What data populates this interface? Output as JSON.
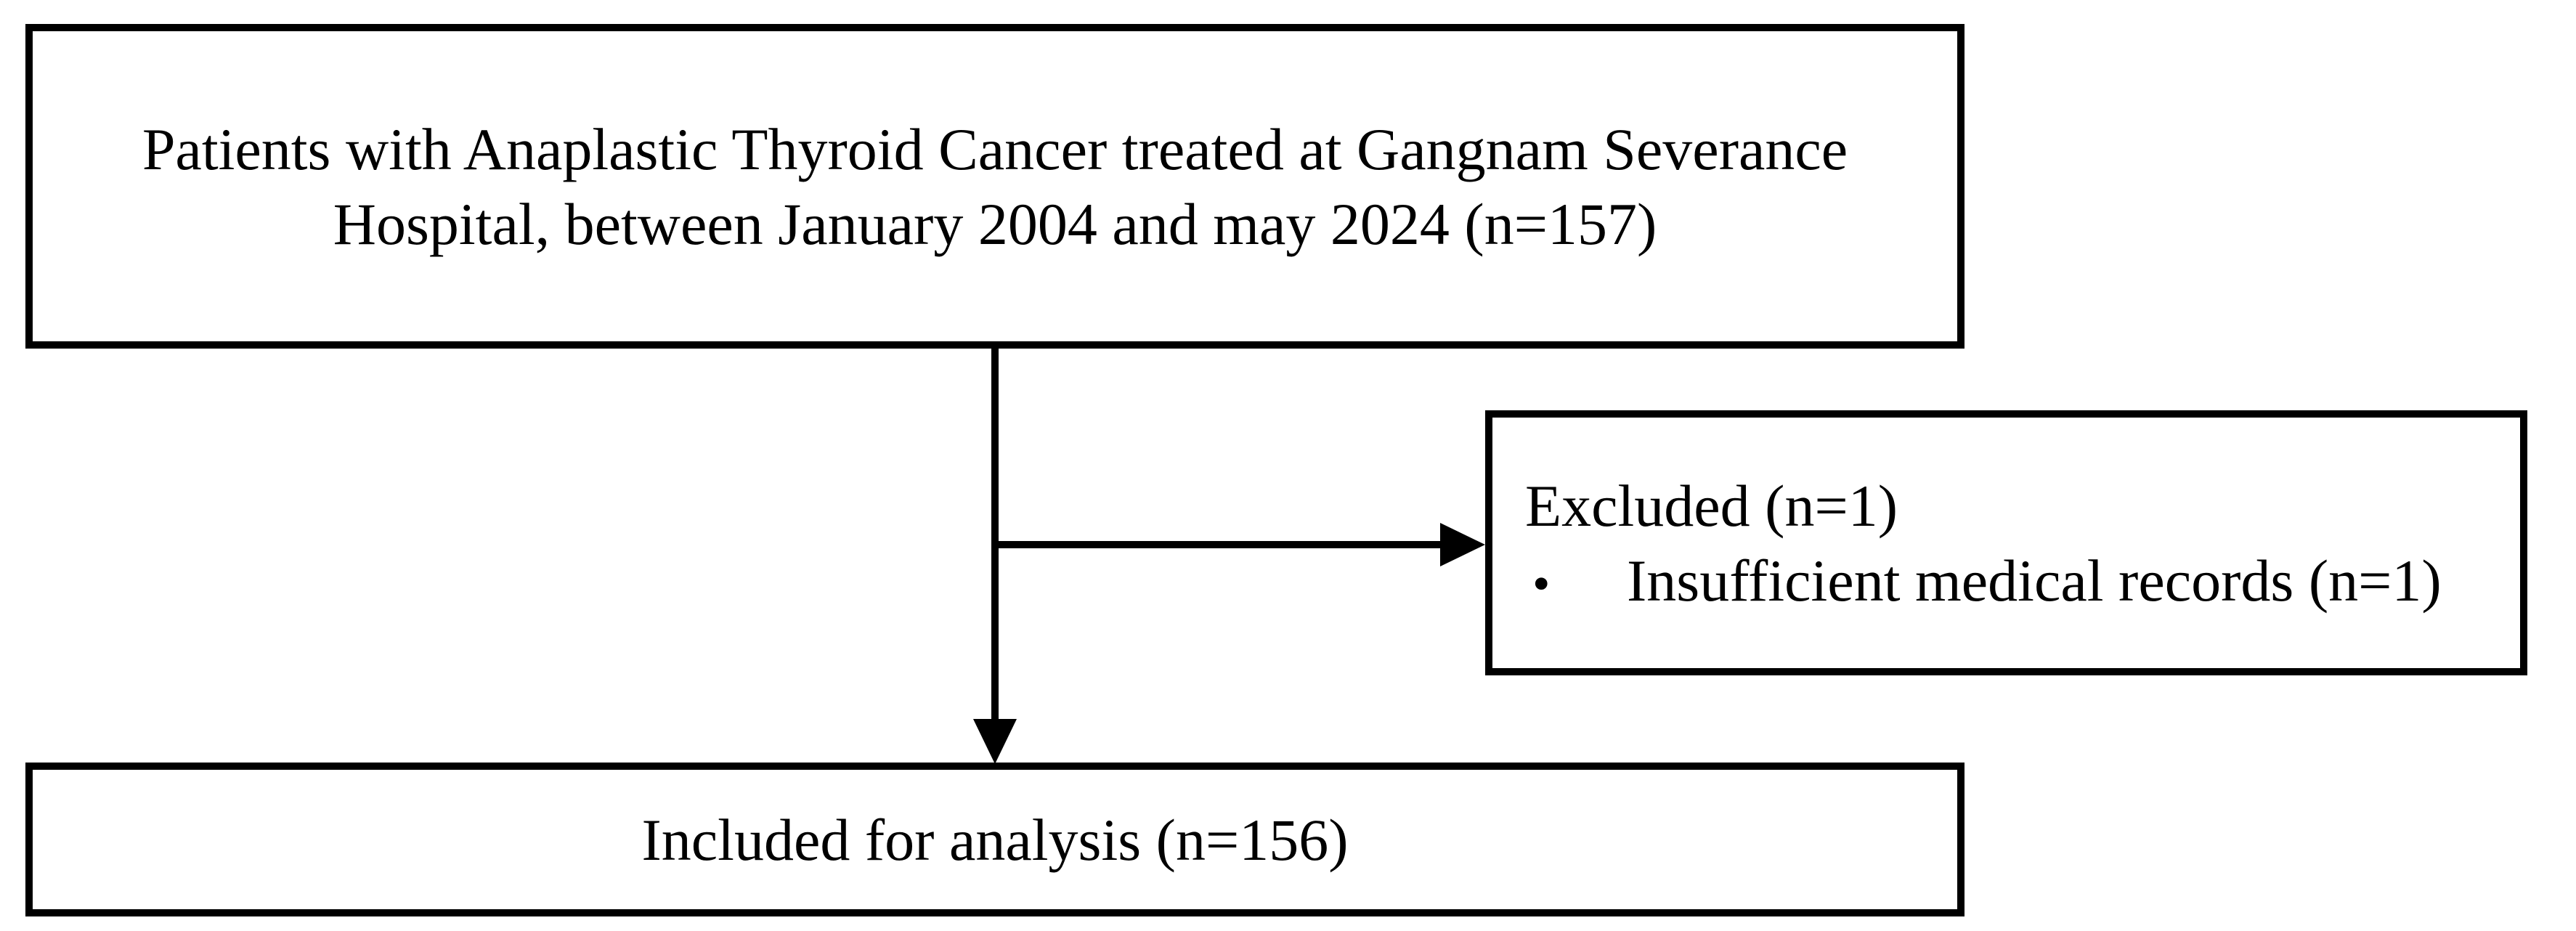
{
  "diagram": {
    "type": "flowchart",
    "colors": {
      "background": "#ffffff",
      "border": "#000000",
      "text": "#000000"
    },
    "nodes": {
      "source": {
        "line1": "Patients with Anaplastic Thyroid Cancer treated at Gangnam Severance",
        "line2": "Hospital, between January 2004 and may 2024 (n=157)",
        "n": 157
      },
      "excluded": {
        "title": "Excluded (n=1)",
        "bullet_glyph": "•",
        "bullet_text": "Insufficient medical records (n=1)",
        "n": 1
      },
      "included": {
        "label": "Included for analysis (n=156)",
        "n": 156
      }
    },
    "edges": [
      {
        "from": "source",
        "to": "included",
        "shape": "vertical-arrow"
      },
      {
        "from": "source",
        "to": "excluded",
        "shape": "horizontal-branch-arrow"
      }
    ]
  }
}
